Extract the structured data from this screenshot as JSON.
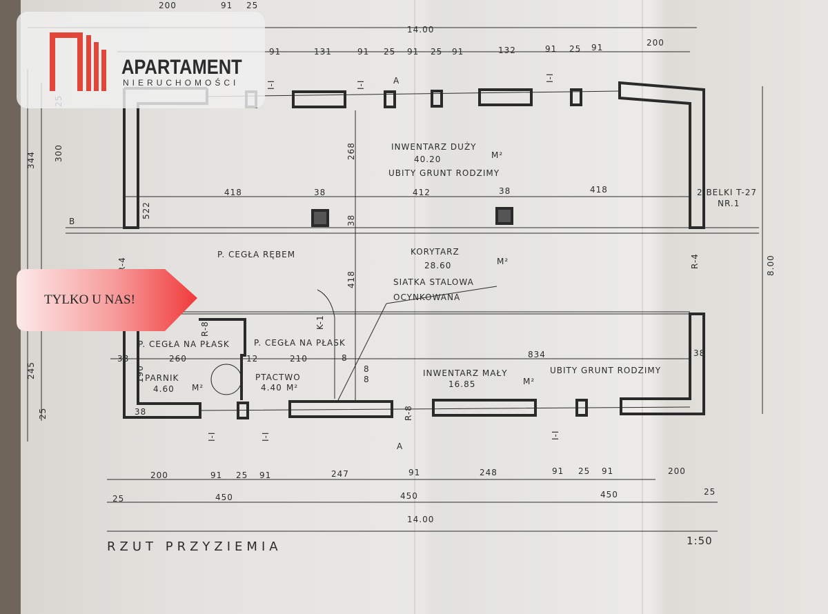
{
  "logo": {
    "title": "APARTAMENT",
    "subtitle": "NIERUCHOMOŚCI",
    "brand_color": "#e2453a"
  },
  "badge": {
    "text": "TYLKO U NAS!",
    "color": "#f03a3a"
  },
  "plan": {
    "title": "RZUT PRZYZIEMIA",
    "scale": "1:50",
    "total_width_top": "14.00",
    "total_width_bottom": "14.00",
    "height_right": "8.00",
    "top_dims": [
      "200",
      "91",
      "25",
      "91",
      "131",
      "91",
      "25",
      "91",
      "25",
      "91",
      "132",
      "91",
      "25",
      "91",
      "200"
    ],
    "bottom_dims": [
      "200",
      "91",
      "25",
      "91",
      "247",
      "91",
      "248",
      "91",
      "25",
      "91",
      "200"
    ],
    "bottom_dims2": [
      "25",
      "450",
      "450",
      "450",
      "25"
    ],
    "left_dims": [
      "25",
      "344",
      "300",
      "522",
      "245",
      "25"
    ],
    "inner_dims": [
      "418",
      "38",
      "412",
      "38",
      "418",
      "268",
      "38",
      "418",
      "834",
      "38",
      "38",
      "38",
      "190",
      "260",
      "12",
      "210",
      "8",
      "8",
      "8"
    ],
    "rooms": [
      {
        "name": "INWENTARZ DUŻY",
        "area": "40.20",
        "unit": "M²",
        "note": "UBITY GRUNT RODZIMY"
      },
      {
        "name": "KORYTARZ",
        "area": "28.60",
        "unit": "M²"
      },
      {
        "name": "INWENTARZ MAŁY",
        "area": "16.85",
        "unit": "M²",
        "note": "UBITY GRUNT RODZIMY"
      },
      {
        "name": "PARNIK",
        "area": "4.60",
        "unit": "M²"
      },
      {
        "name": "PTACTWO",
        "area": "4.40",
        "unit": "M²"
      }
    ],
    "notes": [
      "P. CEGŁA RĘBEM",
      "SIATKA STALOWA",
      "OCYNKOWANA",
      "P. CEGŁA NA PŁASK",
      "P. CEGŁA NA PŁASK",
      "2 BELKI T-27",
      "NR.1"
    ],
    "marks": [
      "A",
      "A",
      "B",
      "I-I",
      "I-I",
      "I-I",
      "I-I",
      "I-I",
      "I-I",
      "R-4",
      "R-4",
      "R-8",
      "R-8",
      "K-1"
    ]
  }
}
